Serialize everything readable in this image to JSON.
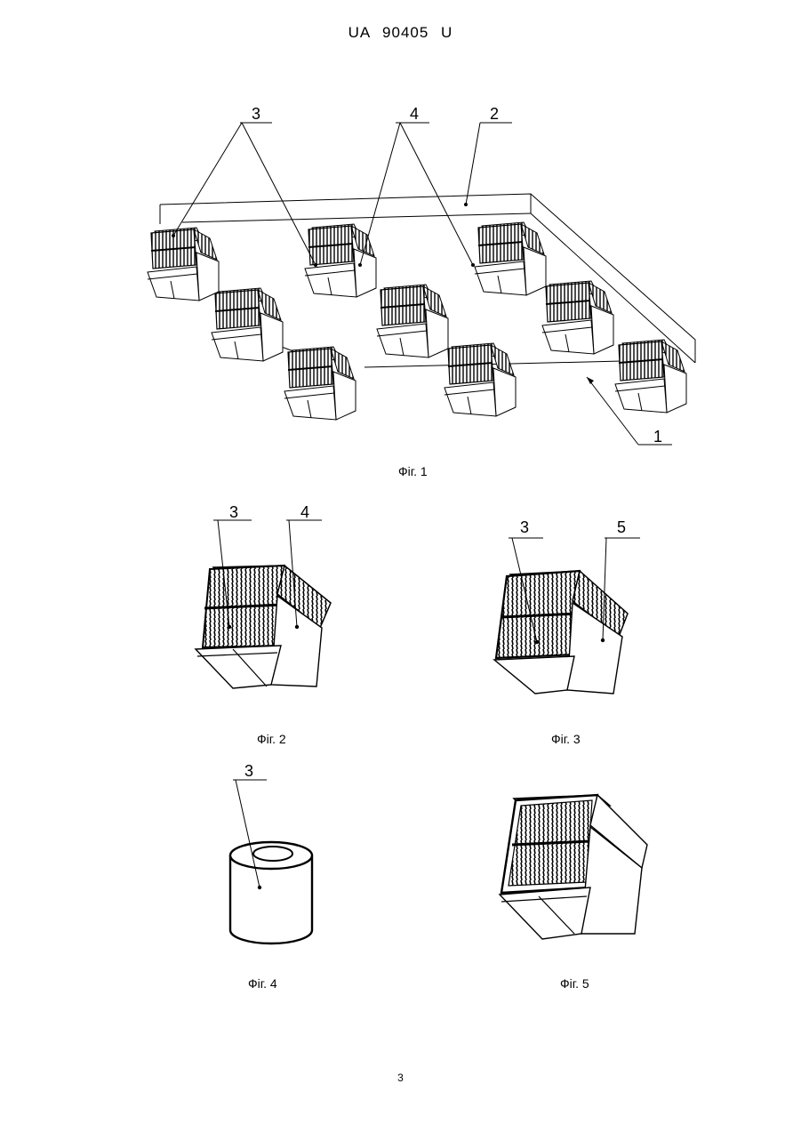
{
  "header": {
    "doc_number": "UA   90405   U"
  },
  "figures": [
    {
      "caption": "Фіг. 1",
      "labels": [
        "3",
        "4",
        "2",
        "1"
      ]
    },
    {
      "caption": "Фіг. 2",
      "labels": [
        "3",
        "4"
      ]
    },
    {
      "caption": "Фіг. 3",
      "labels": [
        "3",
        "5"
      ]
    },
    {
      "caption": "Фіг. 4",
      "labels": [
        "3"
      ]
    },
    {
      "caption": "Фіг. 5",
      "labels": []
    }
  ],
  "page_number": "3"
}
